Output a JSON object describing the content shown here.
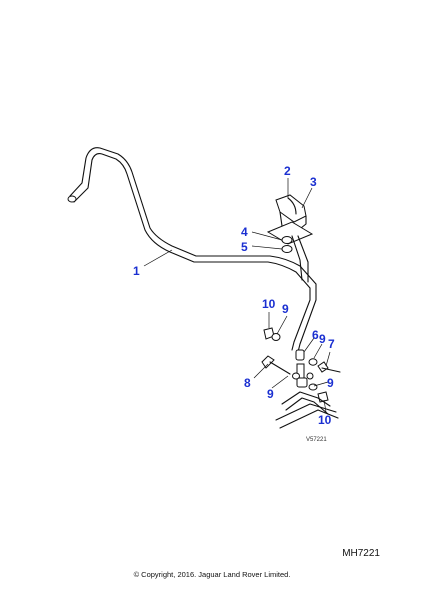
{
  "callouts": [
    {
      "id": "c1",
      "label": "1"
    },
    {
      "id": "c2",
      "label": "2"
    },
    {
      "id": "c3",
      "label": "3"
    },
    {
      "id": "c4",
      "label": "4"
    },
    {
      "id": "c5",
      "label": "5"
    },
    {
      "id": "c6",
      "label": "6"
    },
    {
      "id": "c7",
      "label": "7"
    },
    {
      "id": "c8",
      "label": "8"
    },
    {
      "id": "c9a",
      "label": "9"
    },
    {
      "id": "c9b",
      "label": "9"
    },
    {
      "id": "c9c",
      "label": "9"
    },
    {
      "id": "c9d",
      "label": "9"
    },
    {
      "id": "c10a",
      "label": "10"
    },
    {
      "id": "c10b",
      "label": "10"
    }
  ],
  "drawing_code": "V57221",
  "reference": "MH7221",
  "copyright": "© Copyright, 2016. Jaguar Land Rover Limited."
}
